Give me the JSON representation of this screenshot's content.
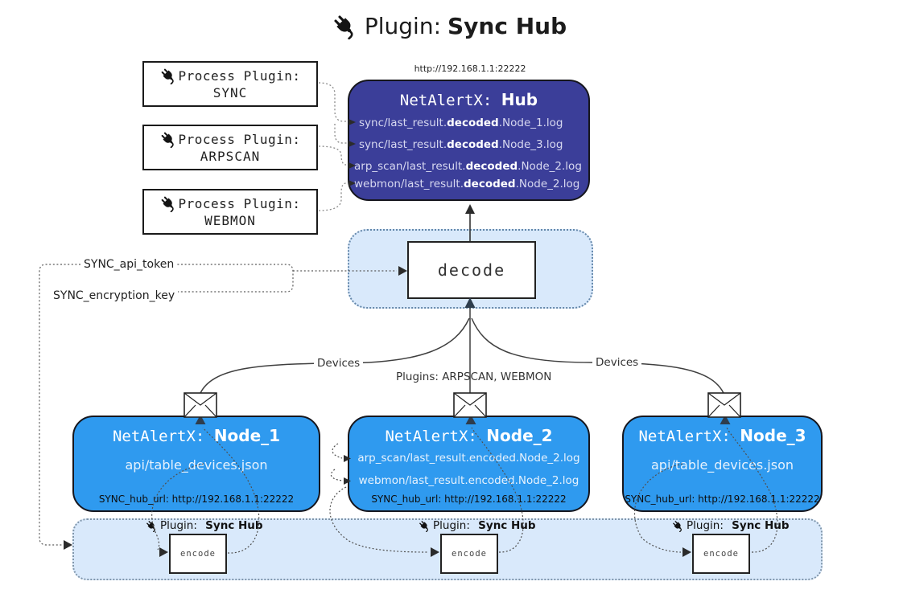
{
  "title": {
    "label": "Plugin:",
    "name": "Sync Hub"
  },
  "process_plugins": [
    {
      "label": "Process Plugin:",
      "name": "SYNC"
    },
    {
      "label": "Process Plugin:",
      "name": "ARPSCAN"
    },
    {
      "label": "Process Plugin:",
      "name": "WEBMON"
    }
  ],
  "hub": {
    "url": "http://192.168.1.1:22222",
    "name_prefix": "NetAlertX: ",
    "name": "Hub",
    "logs": [
      {
        "pre": "sync/last_result.",
        "bold": "decoded",
        "post": ".Node_1.log"
      },
      {
        "pre": "sync/last_result.",
        "bold": "decoded",
        "post": ".Node_3.log"
      },
      {
        "pre": "arp_scan/last_result.",
        "bold": "decoded",
        "post": ".Node_2.log"
      },
      {
        "pre": "webmon/last_result.",
        "bold": "decoded",
        "post": ".Node_2.log"
      }
    ]
  },
  "decode": {
    "label": "decode"
  },
  "settings": {
    "api_token": "SYNC_api_token",
    "encryption_key": "SYNC_encryption_key"
  },
  "edges": {
    "devices_left": "Devices",
    "plugins_center": "Plugins: ARPSCAN, WEBMON",
    "devices_right": "Devices"
  },
  "nodes": [
    {
      "name_prefix": "NetAlertX: ",
      "name": "Node_1",
      "files": [
        "api/table_devices.json"
      ],
      "hub_url": "SYNC_hub_url: http://192.168.1.1:22222"
    },
    {
      "name_prefix": "NetAlertX: ",
      "name": "Node_2",
      "files": [
        "arp_scan/last_result.encoded.Node_2.log",
        "webmon/last_result.encoded.Node_2.log"
      ],
      "hub_url": "SYNC_hub_url: http://192.168.1.1:22222"
    },
    {
      "name_prefix": "NetAlertX: ",
      "name": "Node_3",
      "files": [
        "api/table_devices.json"
      ],
      "hub_url": "SYNC_hub_url: http://192.168.1.1:22222"
    }
  ],
  "encode_strip": {
    "label": "Plugin:",
    "name": "Sync Hub",
    "encode": "encode"
  },
  "colors": {
    "hub_bg": "#3b3e99",
    "node_bg": "#2f9aef",
    "panel_bg": "#d9e9fb",
    "panel_border": "#6487aa",
    "hub_text": "#d7d8f0",
    "arrow_dark": "#2b2b2b",
    "arrow_slate": "#2e3d4d"
  }
}
